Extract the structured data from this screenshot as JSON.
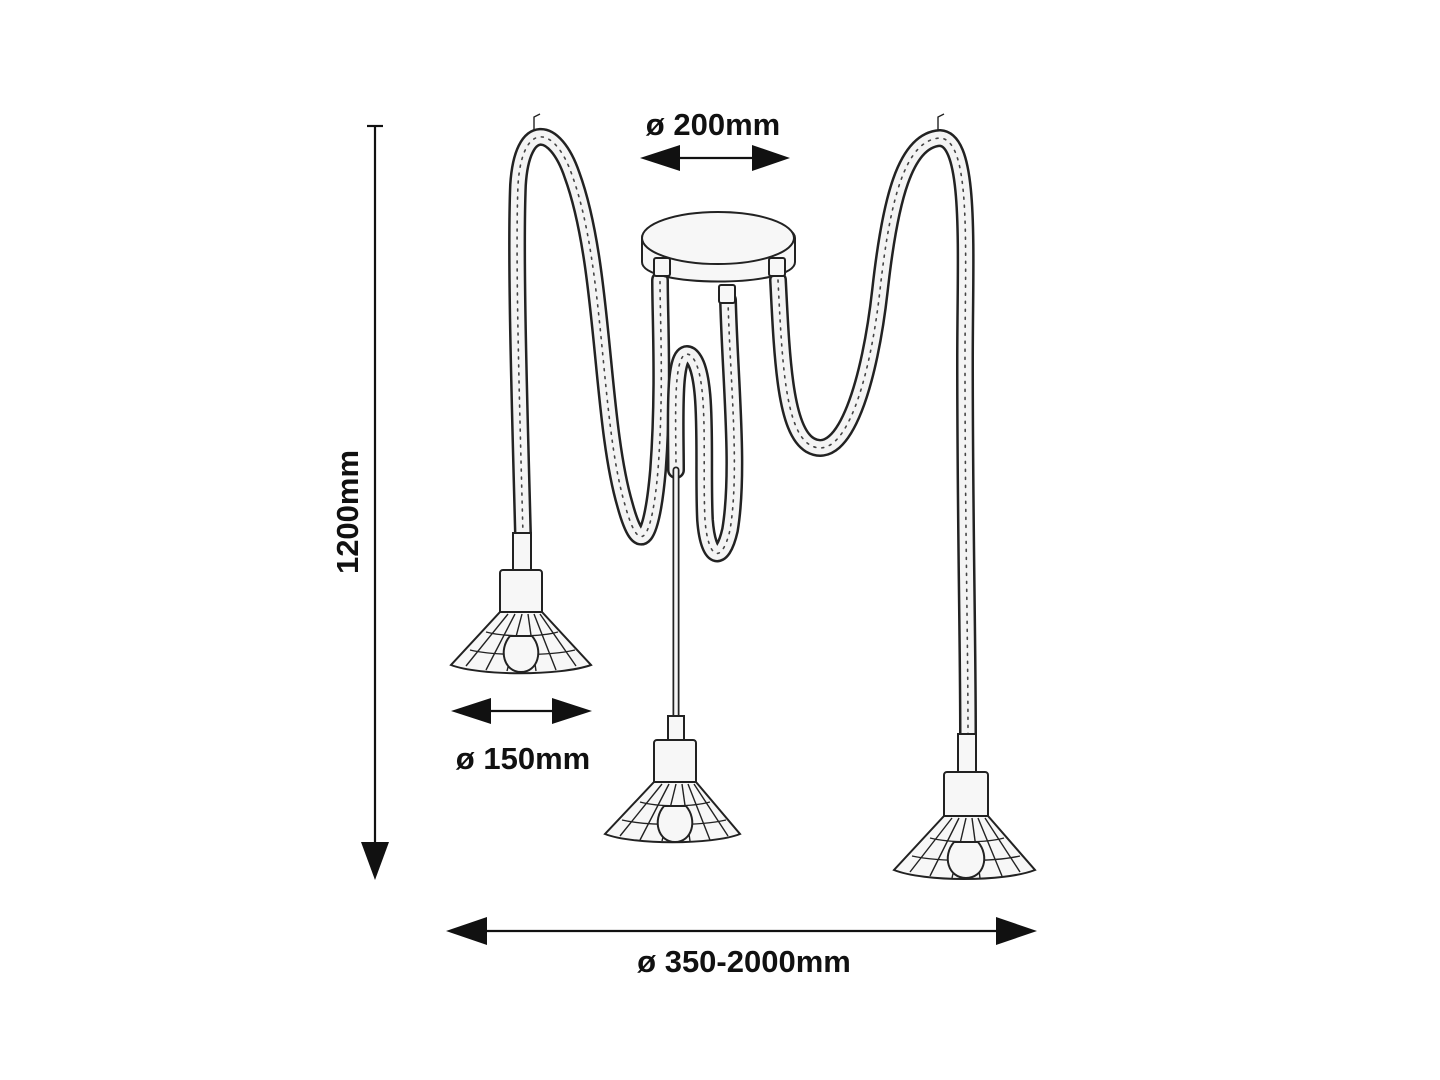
{
  "dimensions": {
    "canopy_diameter": "ø 200mm",
    "shade_diameter": "ø 150mm",
    "spread_diameter": "ø 350-2000mm",
    "height": "1200mm"
  },
  "colors": {
    "line": "#111111",
    "background": "#ffffff"
  }
}
